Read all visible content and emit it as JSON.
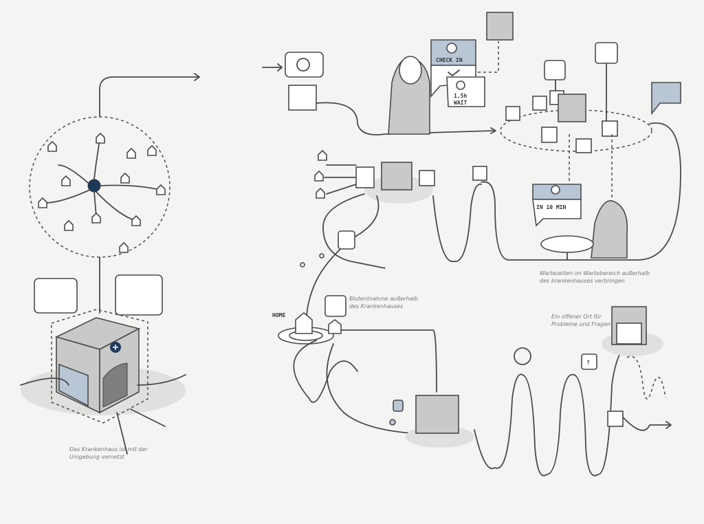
{
  "captions": {
    "network": [
      "Das Krankenhaus ist mit der",
      "Umgebung vernetzt"
    ],
    "blood": [
      "Blutentnahme außerhalb",
      "des Krankenhauses"
    ],
    "waiting": [
      "Wartezeiten im Wartebereich außerhalb",
      "des krankenhauses verbringen"
    ],
    "open_place": [
      "Ein offener Ort für",
      "Probleme und Fragen"
    ]
  },
  "labels": {
    "check_in": "CHECK IN",
    "wait_time": "1,5h",
    "wait": "WAIT",
    "in_minutes": "IN 10 MIN",
    "home": "HOME",
    "question": "?"
  },
  "colors": {
    "accent_blue": "#b8c6d6",
    "hospital_grey": "#c9c9c9",
    "navy": "#1e3a5a"
  }
}
